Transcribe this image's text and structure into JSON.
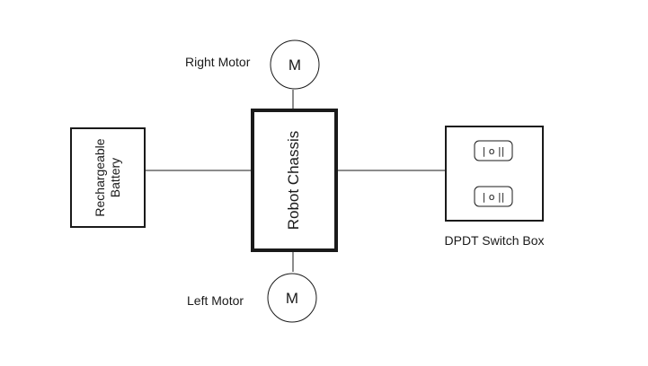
{
  "diagram": {
    "battery": {
      "line1": "Rechargeable",
      "line2": "Battery"
    },
    "chassis": {
      "label": "Robot Chassis"
    },
    "right_motor": {
      "label": "Right Motor",
      "symbol": "M"
    },
    "left_motor": {
      "label": "Left Motor",
      "symbol": "M"
    },
    "switch_box": {
      "label": "DPDT Switch Box",
      "switches": [
        {
          "glyph": "| o ||"
        },
        {
          "glyph": "| o ||"
        }
      ]
    }
  }
}
